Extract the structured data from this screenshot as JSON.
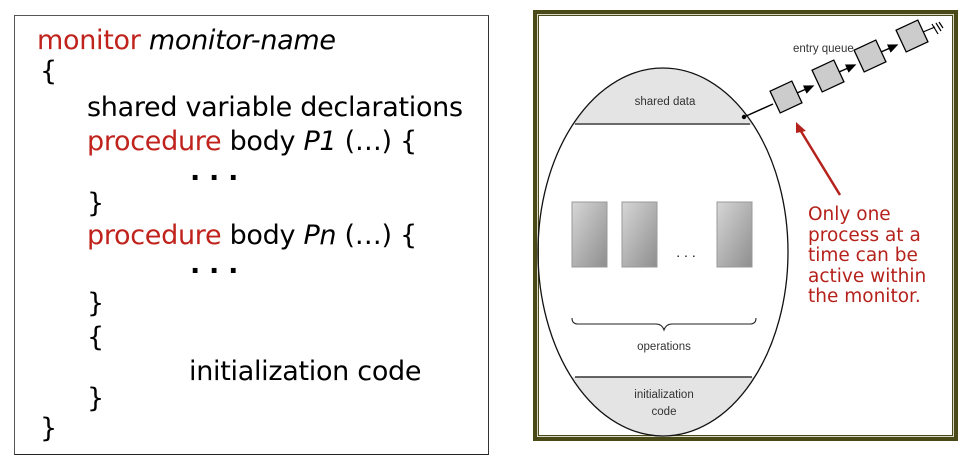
{
  "code": {
    "lines": [
      {
        "kw": "monitor",
        "rest": "",
        "it": "monitor-name"
      },
      {
        "text": "{"
      },
      {
        "text": "shared variable declarations"
      },
      {
        "kw": "procedure",
        "rest": " body ",
        "it": "P1",
        "tail": " (…) {"
      },
      {
        "text": ". . ."
      },
      {
        "text": "}"
      },
      {
        "kw": "procedure",
        "rest": " body ",
        "it": "Pn",
        "tail": " (…) {"
      },
      {
        "text": ". . ."
      },
      {
        "text": "}"
      },
      {
        "text": "{"
      },
      {
        "text": "initialization code"
      },
      {
        "text": "}"
      },
      {
        "text": "}"
      }
    ]
  },
  "diagram": {
    "entry_queue_label": "entry queue",
    "shared_data_label": "shared data",
    "operations_label": "operations",
    "ellipsis": ". . .",
    "init_label_1": "initialization",
    "init_label_2": "code",
    "note_lines": [
      "Only one",
      "process at a",
      "time can be",
      "active within",
      "the monitor."
    ],
    "colors": {
      "keyword": "#c0221c",
      "frame": "#4a4a18",
      "note": "#b5221c",
      "section_fill": "#e4e4e4",
      "queue_fill": "#cccccc"
    }
  }
}
